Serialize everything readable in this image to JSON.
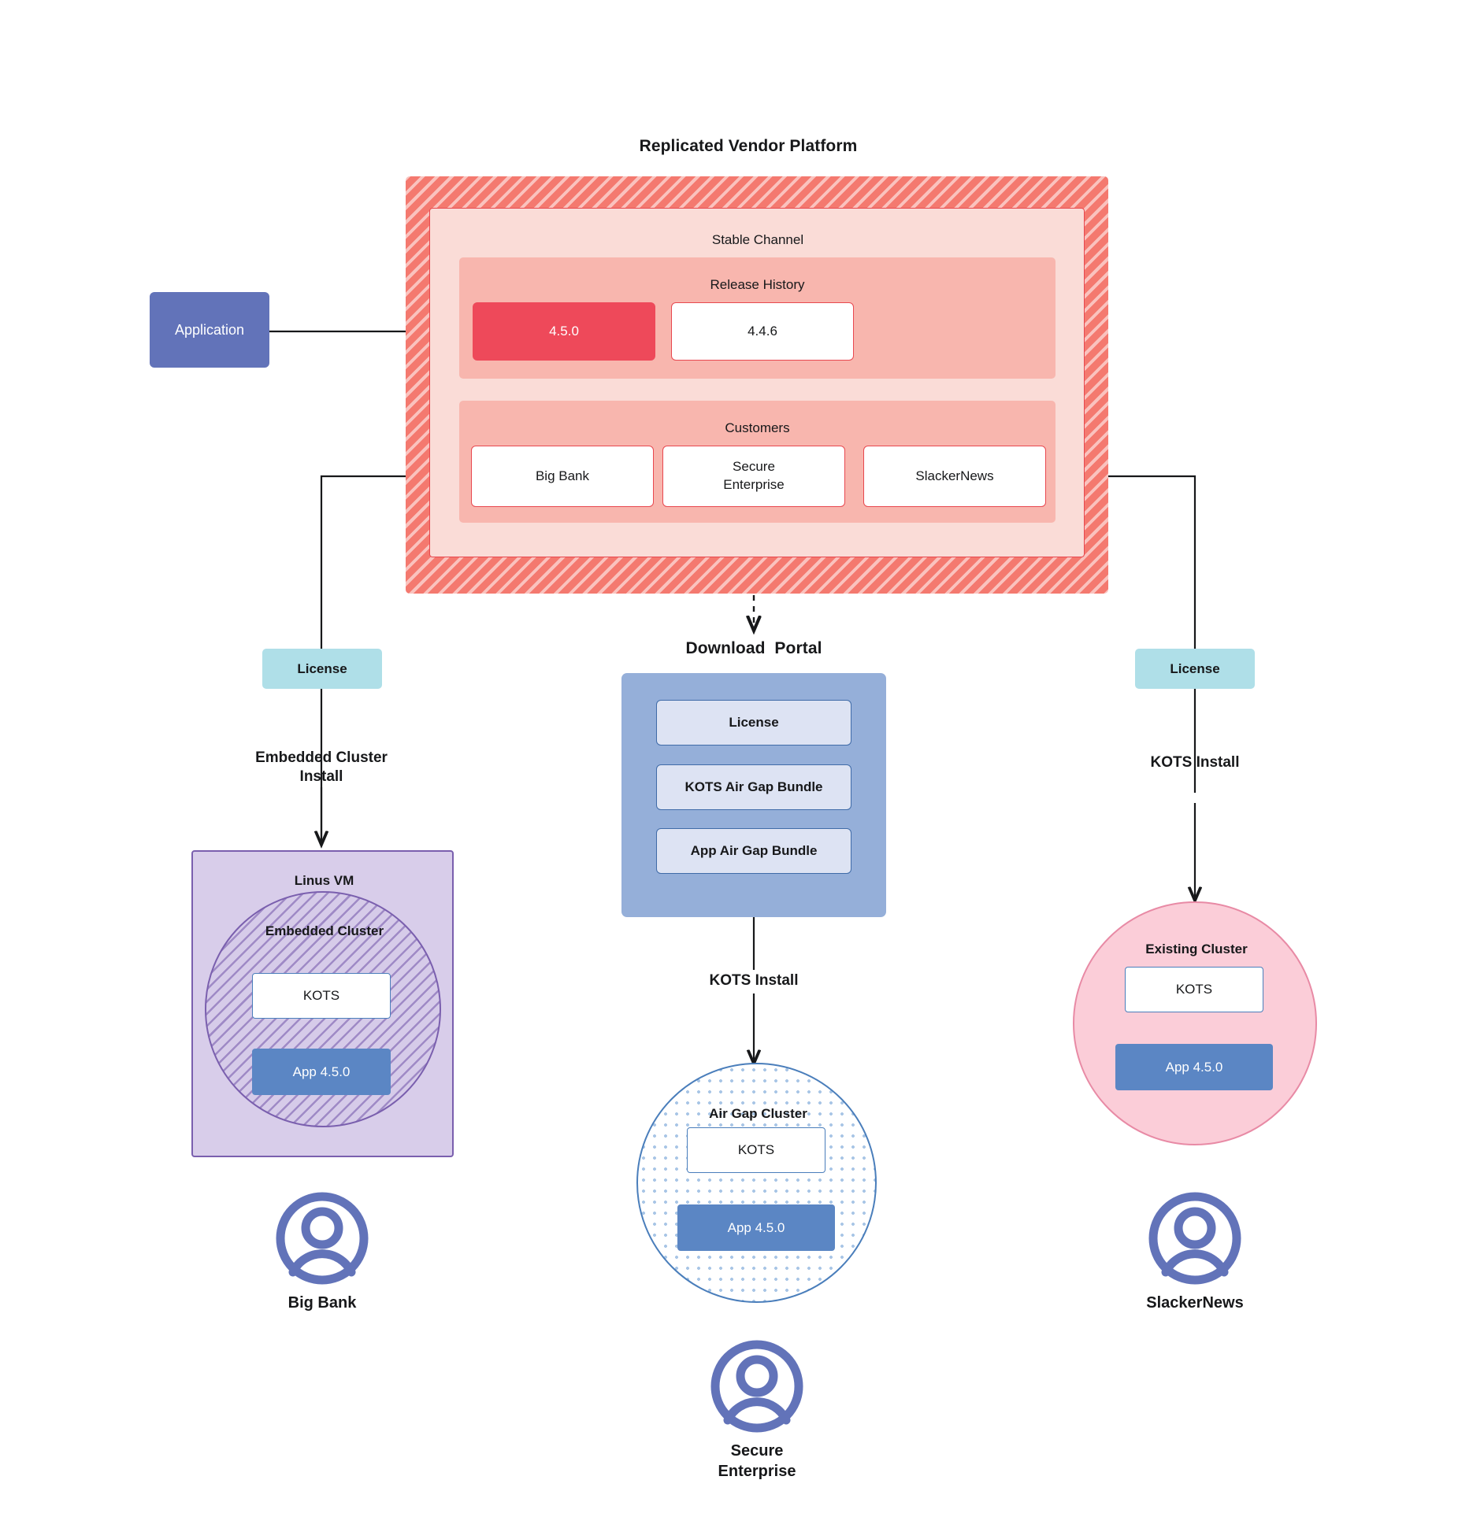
{
  "diagram": {
    "platform": {
      "title": "Replicated Vendor Platform",
      "channel_title": "Stable Channel",
      "release_history": {
        "title": "Release History",
        "releases": [
          {
            "version": "4.5.0",
            "state": "current"
          },
          {
            "version": "4.4.6",
            "state": "previous"
          }
        ]
      },
      "customers": {
        "title": "Customers",
        "items": [
          {
            "name": "Big Bank"
          },
          {
            "name": "Secure\nEnterprise"
          },
          {
            "name": "SlackerNews"
          }
        ]
      }
    },
    "application": {
      "label": "Application"
    },
    "licenses": {
      "left": "License",
      "right": "License"
    },
    "download_portal": {
      "title": "Download  Portal",
      "items": [
        {
          "label": "License"
        },
        {
          "label": "KOTS Air Gap Bundle"
        },
        {
          "label": "App Air Gap Bundle"
        }
      ]
    },
    "install_labels": {
      "left": "Embedded Cluster\nInstall",
      "center": "KOTS Install",
      "right": "KOTS Install"
    },
    "left_target": {
      "vm_label": "Linus VM",
      "cluster_label": "Embedded Cluster",
      "kots_label": "KOTS",
      "app_label": "App 4.5.0",
      "persona": "Big Bank"
    },
    "center_target": {
      "cluster_label": "Air Gap Cluster",
      "kots_label": "KOTS",
      "app_label": "App 4.5.0",
      "persona": "Secure\nEnterprise"
    },
    "right_target": {
      "cluster_label": "Existing Cluster",
      "kots_label": "KOTS",
      "app_label": "App 4.5.0",
      "persona": "SlackerNews"
    },
    "colors": {
      "platform_hatch": "#f4796f",
      "channel_bg": "#fadcd7",
      "subsection_bg": "#f8b6ae",
      "release_current": "#ee495a",
      "border_red": "#e8484f",
      "application": "#6273b9",
      "license_chip": "#afdfe8",
      "portal_bg": "#95afd9",
      "portal_item_bg": "#dde3f3",
      "portal_item_border": "#3f6ba8",
      "vm_bg": "#d8cdea",
      "vm_border": "#7a5fae",
      "airgap_border": "#4a7ebb",
      "airgap_dot": "#a9c6e6",
      "existing_bg": "#fbcdd8",
      "existing_border": "#e88aa5",
      "app_version_bg": "#5b86c4",
      "kots_border": "#4a7ebb",
      "persona_icon": "#6273b9",
      "connector": "#17181a"
    }
  }
}
